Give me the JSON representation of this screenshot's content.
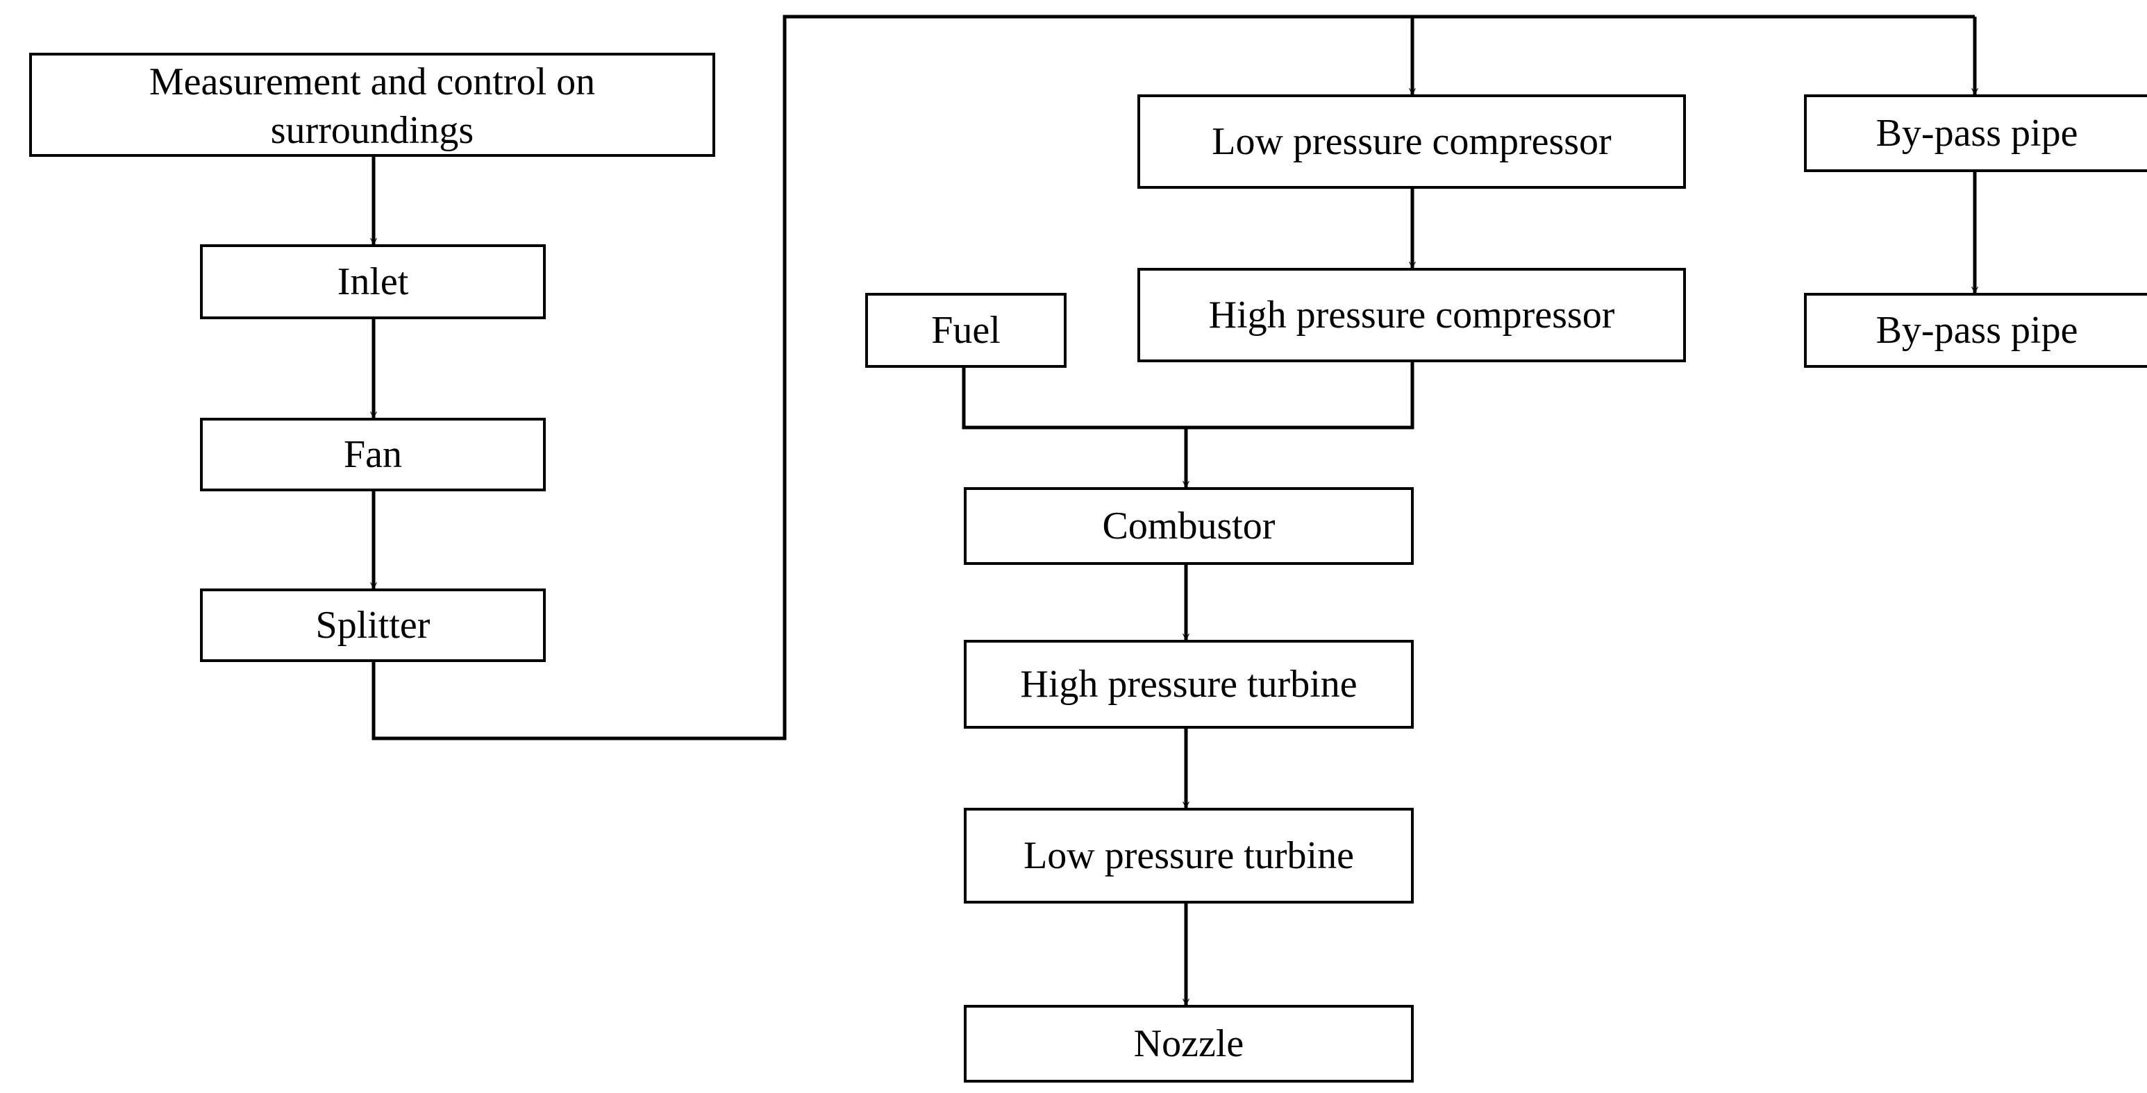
{
  "diagram": {
    "type": "flowchart",
    "colors": {
      "stroke": "#000000",
      "background": "#ffffff",
      "text": "#000000"
    },
    "nodes": {
      "measurement": {
        "lines": [
          "Measurement and control on",
          "surroundings"
        ]
      },
      "inlet": {
        "label": "Inlet"
      },
      "fan": {
        "label": "Fan"
      },
      "splitter": {
        "label": "Splitter"
      },
      "lpc": {
        "label": "Low pressure compressor"
      },
      "hpc": {
        "label": "High pressure compressor"
      },
      "bypass1": {
        "label": "By-pass pipe"
      },
      "bypass2": {
        "label": "By-pass pipe"
      },
      "fuel": {
        "label": "Fuel"
      },
      "combustor": {
        "label": "Combustor"
      },
      "hpt": {
        "label": "High pressure turbine"
      },
      "lpt": {
        "label": "Low pressure turbine"
      },
      "nozzle": {
        "label": "Nozzle"
      }
    },
    "edges": [
      {
        "from": "measurement",
        "to": "inlet"
      },
      {
        "from": "inlet",
        "to": "fan"
      },
      {
        "from": "fan",
        "to": "splitter"
      },
      {
        "from": "splitter",
        "to": "lpc"
      },
      {
        "from": "splitter",
        "to": "bypass1"
      },
      {
        "from": "lpc",
        "to": "hpc"
      },
      {
        "from": "bypass1",
        "to": "bypass2"
      },
      {
        "from": "fuel",
        "to": "combustor"
      },
      {
        "from": "hpc",
        "to": "combustor"
      },
      {
        "from": "combustor",
        "to": "hpt"
      },
      {
        "from": "hpt",
        "to": "lpt"
      },
      {
        "from": "lpt",
        "to": "nozzle"
      }
    ]
  }
}
